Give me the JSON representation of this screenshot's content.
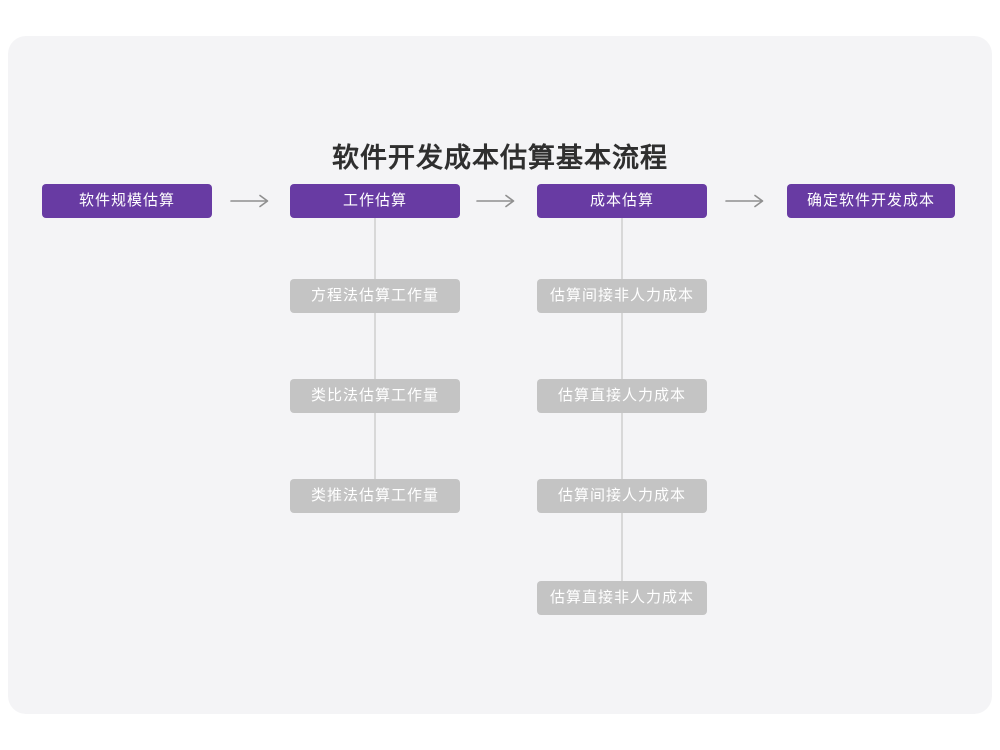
{
  "title": "软件开发成本估算基本流程",
  "flow": {
    "main_nodes": [
      {
        "label": "软件规模估算"
      },
      {
        "label": "工作估算"
      },
      {
        "label": "成本估算"
      },
      {
        "label": "确定软件开发成本"
      }
    ],
    "work_sub_nodes": [
      {
        "label": "方程法估算工作量"
      },
      {
        "label": "类比法估算工作量"
      },
      {
        "label": "类推法估算工作量"
      }
    ],
    "cost_sub_nodes": [
      {
        "label": "估算间接非人力成本"
      },
      {
        "label": "估算直接人力成本"
      },
      {
        "label": "估算间接人力成本"
      },
      {
        "label": "估算直接非人力成本"
      }
    ]
  },
  "colors": {
    "main_node_bg": "#683ba3",
    "sub_node_bg": "#c4c4c4",
    "node_text": "#ffffff",
    "connector_line": "#d8d8d8",
    "arrow": "#8f8f8f",
    "card_bg": "#f4f4f6",
    "title_text": "#2f2f2f"
  }
}
